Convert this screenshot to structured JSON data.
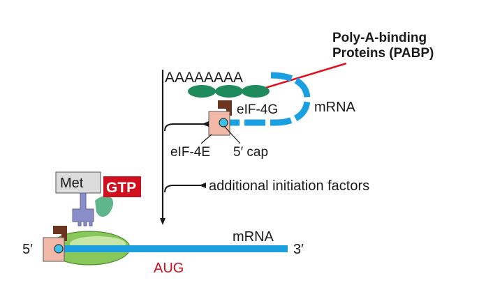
{
  "labels": {
    "pabp": [
      "Poly-A-binding",
      "Proteins (PABP)"
    ],
    "poly_a": "AAAAAAAA",
    "eif4g": "eIF-4G",
    "mrna_top": "mRNA",
    "eif4e": "eIF-4E",
    "cap": "5′ cap",
    "additional": "additional initiation factors",
    "met": "Met",
    "gtp": "GTP",
    "five_prime": "5′",
    "mrna_bottom": "mRNA",
    "three_prime": "3′",
    "aug": "AUG"
  },
  "colors": {
    "mrna": "#1aa0e0",
    "pabp": "#1f8a5b",
    "eif4g": "#6b3520",
    "eif4e": "#f2b9a8",
    "cap": "#3cc0e8",
    "ribosome": "#88c75a",
    "trna": "#8a8ec8",
    "gtp_box": "#d0101e",
    "met_box": "#dcdcdc",
    "pointer": "#e0101c",
    "aug": "#d0101e",
    "factor_green": "#5fb58c"
  }
}
